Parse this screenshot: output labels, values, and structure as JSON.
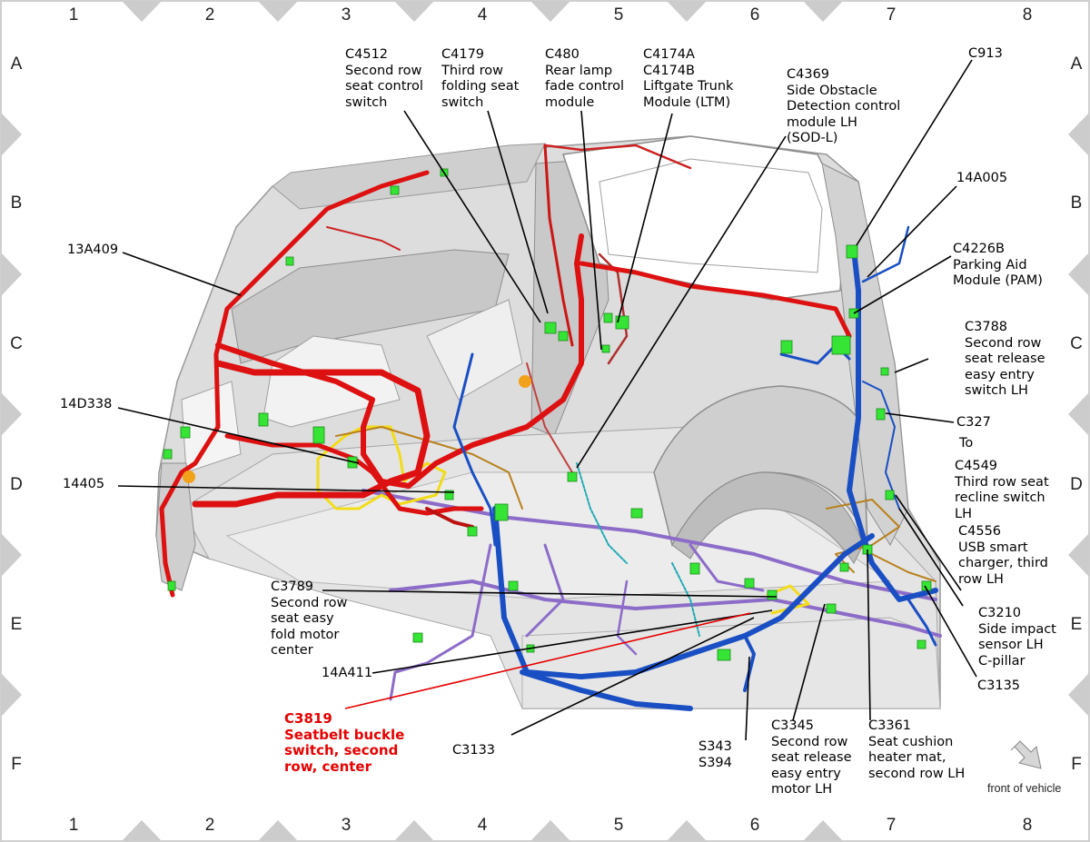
{
  "grid": {
    "columns": [
      "1",
      "2",
      "3",
      "4",
      "5",
      "6",
      "7",
      "8"
    ],
    "rows": [
      "A",
      "B",
      "C",
      "D",
      "E",
      "F"
    ]
  },
  "front_label": "front of vehicle",
  "callouts": [
    {
      "id": "c4512",
      "text": "C4512\nSecond row\nseat control\nswitch",
      "highlight": false
    },
    {
      "id": "c4179",
      "text": "C4179\nThird row\nfolding seat\nswitch",
      "highlight": false
    },
    {
      "id": "c480",
      "text": "C480\nRear lamp\nfade control\nmodule",
      "highlight": false
    },
    {
      "id": "c4174",
      "text": "C4174A\nC4174B\nLiftgate Trunk\nModule (LTM)",
      "highlight": false
    },
    {
      "id": "c4369",
      "text": "C4369\nSide Obstacle\nDetection control\nmodule LH\n(SOD-L)",
      "highlight": false
    },
    {
      "id": "c913",
      "text": "C913",
      "highlight": false
    },
    {
      "id": "h14a005",
      "text": "14A005",
      "highlight": false
    },
    {
      "id": "c4226b",
      "text": "C4226B\nParking Aid\nModule (PAM)",
      "highlight": false
    },
    {
      "id": "h13a409",
      "text": "13A409",
      "highlight": false
    },
    {
      "id": "c3788",
      "text": "C3788\nSecond row\nseat release\neasy entry\nswitch LH",
      "highlight": false
    },
    {
      "id": "h14d338",
      "text": "14D338",
      "highlight": false
    },
    {
      "id": "c327",
      "text": "C327",
      "highlight": false
    },
    {
      "id": "to",
      "text": "To",
      "highlight": false
    },
    {
      "id": "c4549",
      "text": "C4549\nThird row seat\nrecline switch\nLH",
      "highlight": false
    },
    {
      "id": "h14405",
      "text": "14405",
      "highlight": false
    },
    {
      "id": "c4556",
      "text": "C4556\nUSB smart\ncharger, third\nrow LH",
      "highlight": false
    },
    {
      "id": "c3789",
      "text": "C3789\nSecond row\nseat easy\nfold motor\ncenter",
      "highlight": false
    },
    {
      "id": "c3210",
      "text": "C3210\nSide impact\nsensor LH\nC-pillar",
      "highlight": false
    },
    {
      "id": "h14a411",
      "text": "14A411",
      "highlight": false
    },
    {
      "id": "c3135",
      "text": "C3135",
      "highlight": false
    },
    {
      "id": "c3819",
      "text": "C3819\nSeatbelt buckle\nswitch, second\nrow, center",
      "highlight": true
    },
    {
      "id": "c3133",
      "text": "C3133",
      "highlight": false
    },
    {
      "id": "s343",
      "text": "S343\nS394",
      "highlight": false
    },
    {
      "id": "c3345",
      "text": "C3345\nSecond row\nseat release\neasy entry\nmotor LH",
      "highlight": false
    },
    {
      "id": "c3361",
      "text": "C3361\nSeat cushion\nheater mat,\nsecond row LH",
      "highlight": false
    }
  ],
  "colors": {
    "harness_red": "#dd1111",
    "harness_blue": "#1a4fc4",
    "harness_purple": "#8c6cc8",
    "harness_yellow": "#f2dc18",
    "harness_brown": "#b8811f",
    "harness_cyan": "#1faab4",
    "connector_green": "#36e436",
    "highlight_red": "#e60000",
    "body_grey": "#d8d8d8"
  }
}
